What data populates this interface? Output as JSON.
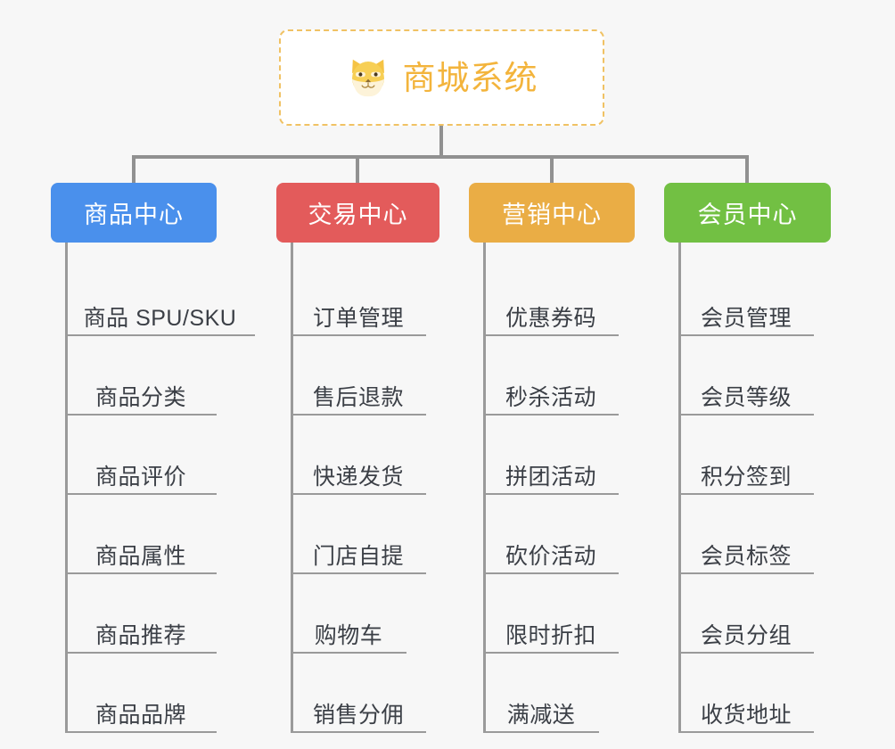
{
  "diagram": {
    "type": "org-chart",
    "background_color": "#f7f7f7",
    "connector_color": "#919191",
    "root": {
      "title": "商城系统",
      "icon": "shiba-dog-face-icon",
      "text_color": "#f3b43c",
      "border_color": "#f0c264",
      "background_color": "#ffffff"
    },
    "columns": [
      {
        "header": "商品中心",
        "color": "#4a90ec",
        "items": [
          "商品 SPU/SKU",
          "商品分类",
          "商品评价",
          "商品属性",
          "商品推荐",
          "商品品牌"
        ]
      },
      {
        "header": "交易中心",
        "color": "#e35b5b",
        "items": [
          "订单管理",
          "售后退款",
          "快递发货",
          "门店自提",
          "购物车",
          "销售分佣"
        ]
      },
      {
        "header": "营销中心",
        "color": "#eaad45",
        "items": [
          "优惠券码",
          "秒杀活动",
          "拼团活动",
          "砍价活动",
          "限时折扣",
          "满减送"
        ]
      },
      {
        "header": "会员中心",
        "color": "#72c043",
        "items": [
          "会员管理",
          "会员等级",
          "积分签到",
          "会员标签",
          "会员分组",
          "收货地址"
        ]
      }
    ]
  }
}
